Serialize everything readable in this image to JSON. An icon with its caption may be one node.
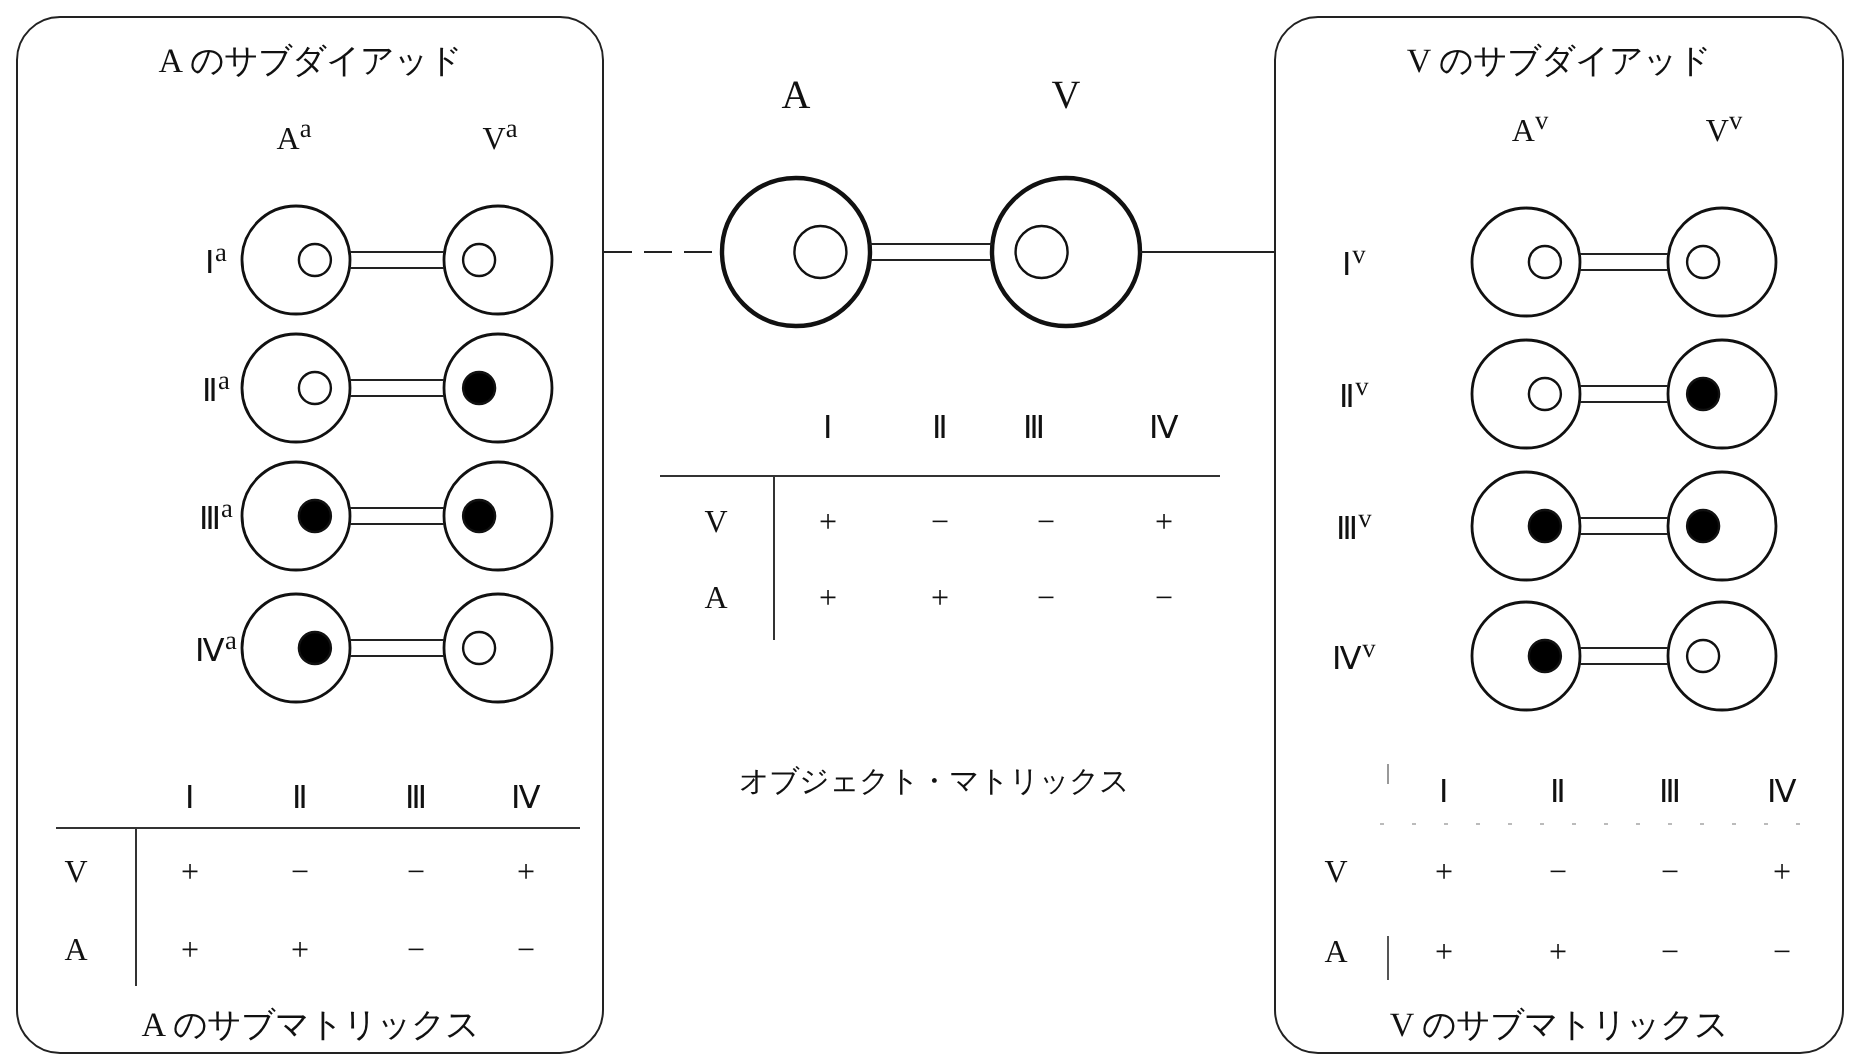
{
  "diagram": {
    "nodes": [
      {
        "text": [
          "A のサブダイアッド",
          "A のサブマトリックス"
        ]
      },
      {
        "text": [],
        "shape": "circle",
        "in": 0
      },
      {
        "text": [],
        "shape": "circle",
        "in": 0
      },
      {
        "text": [],
        "shape": "circle",
        "in": 0
      },
      {
        "text": [],
        "shape": "circle",
        "in": 0
      },
      {
        "text": [],
        "shape": "circle",
        "in": 0
      },
      {
        "text": [],
        "shape": "circle",
        "in": 0
      },
      {
        "text": [],
        "shape": "circle",
        "in": 0
      },
      {
        "text": [],
        "shape": "circle",
        "in": 0
      },
      {
        "text": [
          "A"
        ]
      },
      {
        "text": [
          "V"
        ]
      },
      {
        "text": [
          "V のサブダイアッド",
          "V のサブマトリックス"
        ]
      },
      {
        "text": [],
        "shape": "circle",
        "in": 11
      },
      {
        "text": [],
        "shape": "circle",
        "in": 11
      },
      {
        "text": [],
        "shape": "circle",
        "in": 11
      },
      {
        "text": [],
        "shape": "circle",
        "in": 11
      },
      {
        "text": [],
        "shape": "circle",
        "in": 11
      },
      {
        "text": [],
        "shape": "circle",
        "in": 11
      },
      {
        "text": [],
        "shape": "circle",
        "in": 11
      },
      {
        "text": [],
        "shape": "circle",
        "in": 11
      }
    ],
    "edges": [
      {
        "from": 1,
        "to": 2,
        "arrow": "none"
      },
      {
        "from": 3,
        "to": 4,
        "arrow": "none"
      },
      {
        "from": 5,
        "to": 6,
        "arrow": "none"
      },
      {
        "from": 7,
        "to": 8,
        "arrow": "none"
      },
      {
        "from": 0,
        "to": 9,
        "arrow": "none",
        "style": "dashed"
      },
      {
        "from": 9,
        "to": 10,
        "arrow": "none"
      },
      {
        "from": 10,
        "to": 11,
        "arrow": "none"
      },
      {
        "from": 12,
        "to": 13,
        "arrow": "none"
      },
      {
        "from": 14,
        "to": 15,
        "arrow": "none"
      },
      {
        "from": 16,
        "to": 17,
        "arrow": "none"
      },
      {
        "from": 18,
        "to": 19,
        "arrow": "none"
      }
    ],
    "labels": [
      "A$^{a}$",
      "V$^{a}$",
      "Ⅰ$^{a}$",
      "Ⅱ$^{a}$",
      "Ⅲ$^{a}$",
      "Ⅳ$^{a}$",
      "Ⅰ",
      "Ⅱ",
      "Ⅲ",
      "Ⅳ",
      "V",
      "+",
      "−",
      "−",
      "+",
      "A",
      "+",
      "+",
      "−",
      "−",
      "Ⅰ",
      "Ⅱ",
      "Ⅲ",
      "Ⅳ",
      "V",
      "+",
      "−",
      "−",
      "+",
      "A",
      "+",
      "+",
      "−",
      "−",
      "オブジェクト・マトリックス",
      "A$^{v}$",
      "V$^{v}$",
      "Ⅰ$^{v}$",
      "Ⅱ$^{v}$",
      "Ⅲ$^{v}$",
      "Ⅳ$^{v}$",
      "Ⅰ",
      "Ⅱ",
      "Ⅲ",
      "Ⅳ",
      "V",
      "+",
      "−",
      "−",
      "+",
      "A",
      "+",
      "+",
      "−",
      "−"
    ]
  }
}
